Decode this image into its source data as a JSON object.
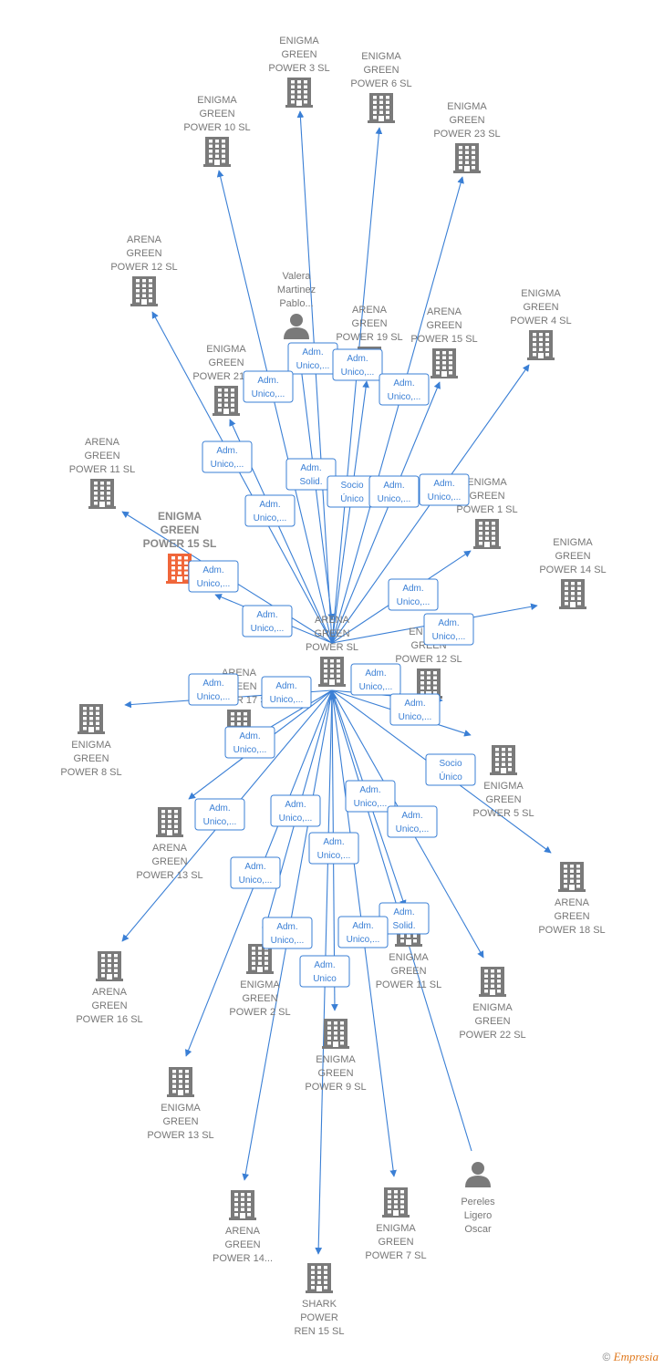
{
  "colors": {
    "edge": "#3a7fd5",
    "node": "#7a7a7a",
    "highlight": "#f0663a",
    "label": "#777777"
  },
  "footer": {
    "copyright": "©",
    "brand": "Empresia"
  },
  "nodes": [
    {
      "id": "center",
      "type": "company",
      "lines": [
        "ARENA",
        "GREEN",
        "POWER  SL"
      ]
    },
    {
      "id": "eg3",
      "type": "company",
      "lines": [
        "ENIGMA",
        "GREEN",
        "POWER 3  SL"
      ]
    },
    {
      "id": "eg6",
      "type": "company",
      "lines": [
        "ENIGMA",
        "GREEN",
        "POWER 6  SL"
      ]
    },
    {
      "id": "eg10",
      "type": "company",
      "lines": [
        "ENIGMA",
        "GREEN",
        "POWER 10  SL"
      ]
    },
    {
      "id": "eg23",
      "type": "company",
      "lines": [
        "ENIGMA",
        "GREEN",
        "POWER 23  SL"
      ]
    },
    {
      "id": "ag12a",
      "type": "company",
      "lines": [
        "ARENA",
        "GREEN",
        "POWER 12  SL"
      ]
    },
    {
      "id": "valera",
      "type": "person",
      "lines": [
        "Valera",
        "Martinez",
        "Pablo..."
      ]
    },
    {
      "id": "ag19",
      "type": "company",
      "lines": [
        "ARENA",
        "GREEN",
        "POWER 19  SL"
      ]
    },
    {
      "id": "ag15",
      "type": "company",
      "lines": [
        "ARENA",
        "GREEN",
        "POWER 15  SL"
      ]
    },
    {
      "id": "eg4",
      "type": "company",
      "lines": [
        "ENIGMA",
        "GREEN",
        "POWER 4  SL"
      ]
    },
    {
      "id": "eg21",
      "type": "company",
      "lines": [
        "ENIGMA",
        "GREEN",
        "POWER 21  SL"
      ]
    },
    {
      "id": "ag11",
      "type": "company",
      "lines": [
        "ARENA",
        "GREEN",
        "POWER 11  SL"
      ]
    },
    {
      "id": "eg15",
      "type": "company",
      "highlight": true,
      "lines": [
        "ENIGMA",
        "GREEN",
        "POWER 15  SL"
      ]
    },
    {
      "id": "eg1",
      "type": "company",
      "lines": [
        "ENIGMA",
        "GREEN",
        "POWER 1  SL"
      ]
    },
    {
      "id": "eg14",
      "type": "company",
      "lines": [
        "ENIGMA",
        "GREEN",
        "POWER 14  SL"
      ]
    },
    {
      "id": "eg12",
      "type": "company",
      "lines": [
        "ENIGMA",
        "GREEN",
        "POWER 12  SL"
      ]
    },
    {
      "id": "eg8",
      "type": "company",
      "lines": [
        "ENIGMA",
        "GREEN",
        "POWER 8  SL"
      ]
    },
    {
      "id": "ag17",
      "type": "company",
      "lines": [
        "ARENA",
        "GREEN",
        "POWER 17  SL"
      ]
    },
    {
      "id": "eg5",
      "type": "company",
      "lines": [
        "ENIGMA",
        "GREEN",
        "POWER 5  SL"
      ]
    },
    {
      "id": "ag13",
      "type": "company",
      "lines": [
        "ARENA",
        "GREEN",
        "POWER 13  SL"
      ]
    },
    {
      "id": "ag18",
      "type": "company",
      "lines": [
        "ARENA",
        "GREEN",
        "POWER 18  SL"
      ]
    },
    {
      "id": "ag16",
      "type": "company",
      "lines": [
        "ARENA",
        "GREEN",
        "POWER 16  SL"
      ]
    },
    {
      "id": "eg2",
      "type": "company",
      "lines": [
        "ENIGMA",
        "GREEN",
        "POWER 2  SL"
      ]
    },
    {
      "id": "eg11",
      "type": "company",
      "lines": [
        "ENIGMA",
        "GREEN",
        "POWER 11  SL"
      ]
    },
    {
      "id": "eg22",
      "type": "company",
      "lines": [
        "ENIGMA",
        "GREEN",
        "POWER 22  SL"
      ]
    },
    {
      "id": "eg9",
      "type": "company",
      "lines": [
        "ENIGMA",
        "GREEN",
        "POWER 9  SL"
      ]
    },
    {
      "id": "eg13",
      "type": "company",
      "lines": [
        "ENIGMA",
        "GREEN",
        "POWER 13  SL"
      ]
    },
    {
      "id": "pereles",
      "type": "person",
      "lines": [
        "Pereles",
        "Ligero",
        "Oscar"
      ]
    },
    {
      "id": "ag14",
      "type": "company",
      "lines": [
        "ARENA",
        "GREEN",
        "POWER 14..."
      ]
    },
    {
      "id": "eg7",
      "type": "company",
      "lines": [
        "ENIGMA",
        "GREEN",
        "POWER 7  SL"
      ]
    },
    {
      "id": "shark",
      "type": "company",
      "lines": [
        "SHARK",
        "POWER",
        "REN 15  SL"
      ]
    }
  ],
  "edges": [
    {
      "to": "eg3",
      "label": [
        "Adm.",
        "Unico,..."
      ]
    },
    {
      "to": "eg6",
      "label": [
        "Adm.",
        "Unico,..."
      ]
    },
    {
      "to": "eg10",
      "label": [
        "Adm.",
        "Unico,..."
      ]
    },
    {
      "to": "eg23",
      "label": [
        "Adm.",
        "Unico,..."
      ]
    },
    {
      "to": "ag12a",
      "label": [
        "Adm.",
        "Unico,..."
      ]
    },
    {
      "from": "valera",
      "label": [
        "Adm.",
        "Solid."
      ]
    },
    {
      "to": "ag19",
      "label": [
        "Socio",
        "Único"
      ]
    },
    {
      "to": "ag15",
      "label": [
        "Adm.",
        "Unico,..."
      ]
    },
    {
      "to": "eg4",
      "label": [
        "Adm.",
        "Unico,..."
      ]
    },
    {
      "to": "eg21",
      "label": [
        "Adm.",
        "Unico,..."
      ]
    },
    {
      "to": "ag11",
      "label": [
        "Adm.",
        "Unico,..."
      ]
    },
    {
      "to": "eg15",
      "label": [
        "Adm.",
        "Unico,..."
      ]
    },
    {
      "to": "eg1",
      "label": [
        "Adm.",
        "Unico,..."
      ]
    },
    {
      "to": "eg14",
      "label": [
        "Adm.",
        "Unico,..."
      ]
    },
    {
      "to": "eg12",
      "label": [
        "Adm.",
        "Unico,..."
      ]
    },
    {
      "to": "eg8",
      "label": [
        "Adm.",
        "Unico,..."
      ]
    },
    {
      "to": "ag17",
      "label": [
        "Adm.",
        "Unico,..."
      ]
    },
    {
      "to": "eg5",
      "label": [
        "Adm.",
        "Unico,..."
      ]
    },
    {
      "to": "ag18",
      "label": [
        "Socio",
        "Único"
      ]
    },
    {
      "to": "ag13",
      "label": [
        "Adm.",
        "Unico,..."
      ]
    },
    {
      "to": "ag16",
      "label": [
        "Adm.",
        "Unico,..."
      ]
    },
    {
      "to": "eg2",
      "label": [
        "Adm.",
        "Unico,..."
      ]
    },
    {
      "to": "eg11",
      "label": [
        "Adm.",
        "Unico,..."
      ]
    },
    {
      "to": "eg22",
      "label": [
        "Adm.",
        "Unico,..."
      ]
    },
    {
      "to": "eg9",
      "label": [
        "Adm.",
        "Unico,..."
      ]
    },
    {
      "to": "eg13",
      "label": [
        "Adm.",
        "Unico,..."
      ]
    },
    {
      "from": "pereles",
      "label": [
        "Adm.",
        "Solid."
      ]
    },
    {
      "to": "ag14",
      "label": [
        "Adm.",
        "Unico,..."
      ]
    },
    {
      "to": "eg7",
      "label": [
        "Adm.",
        "Unico,..."
      ]
    },
    {
      "to": "shark",
      "label": [
        "Adm.",
        "Unico"
      ]
    }
  ]
}
